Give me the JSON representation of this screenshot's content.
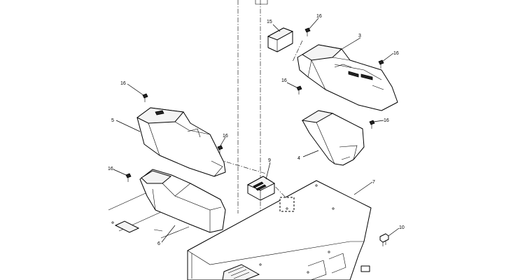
{
  "callouts": [
    {
      "id": "c15",
      "text": "15"
    },
    {
      "id": "c16a",
      "text": "16"
    },
    {
      "id": "c3",
      "text": "3"
    },
    {
      "id": "c16b",
      "text": "16"
    },
    {
      "id": "c16c",
      "text": "16"
    },
    {
      "id": "c16d",
      "text": "16"
    },
    {
      "id": "c4",
      "text": "4"
    },
    {
      "id": "c16e",
      "text": "16"
    },
    {
      "id": "c5",
      "text": "5"
    },
    {
      "id": "c16f",
      "text": "16"
    },
    {
      "id": "c9",
      "text": "9"
    },
    {
      "id": "c16g",
      "text": "16"
    },
    {
      "id": "c7",
      "text": "7"
    },
    {
      "id": "c6",
      "text": "6"
    },
    {
      "id": "c10",
      "text": "10"
    }
  ]
}
